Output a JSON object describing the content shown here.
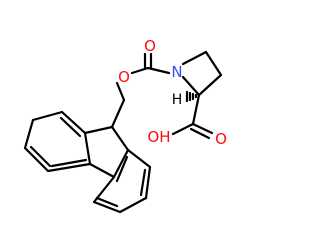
{
  "atom_labels": {
    "carbonyl_oxygen": "O",
    "ester_oxygen": "O",
    "nitrogen": "N",
    "stereo_hydrogen": "H",
    "hydroxyl": "OH"
  },
  "colors": {
    "bond": "#000000",
    "oxygen": "#ff0d0d",
    "nitrogen": "#3050f8",
    "hydrogen": "#000000",
    "background": "#ffffff"
  }
}
